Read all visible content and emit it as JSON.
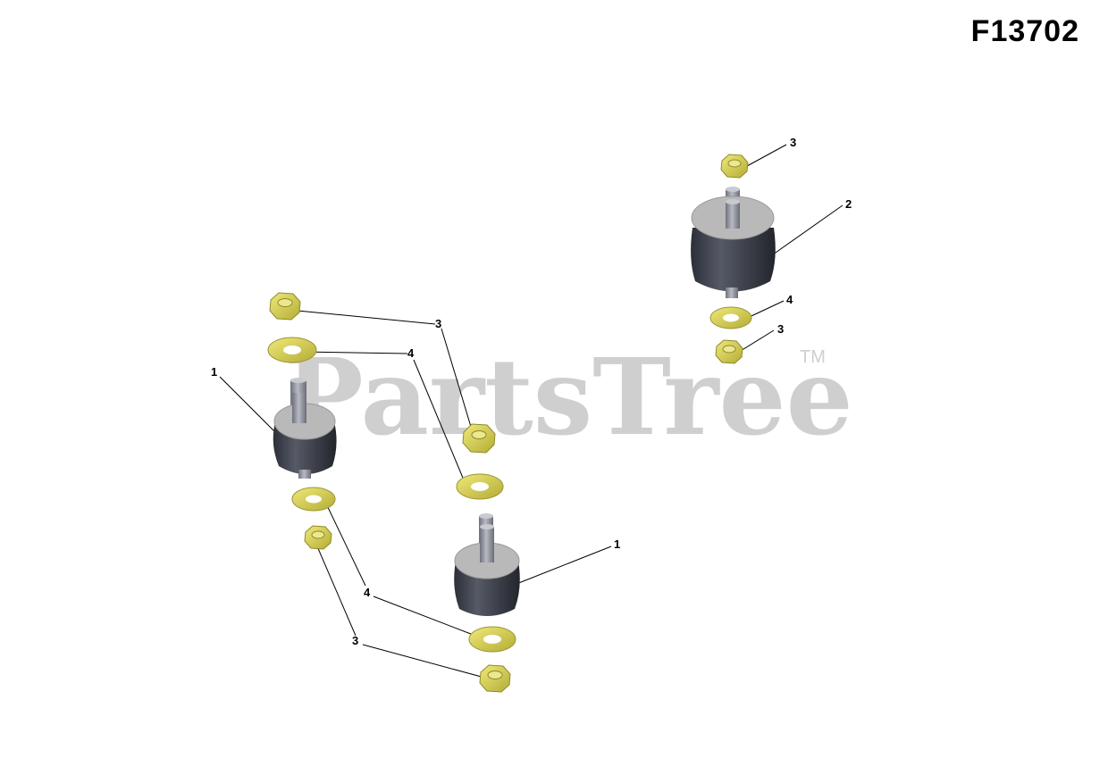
{
  "diagram": {
    "id": "F13702",
    "watermark": {
      "text": "PartsTree",
      "trademark": "TM"
    },
    "colors": {
      "brass": "#d8d24a",
      "brass_dark": "#a9a234",
      "rubber": "#3a3d47",
      "cap": "#b9b9b9",
      "stud": "#8c8f99",
      "leader": "#000000"
    },
    "callouts": [
      {
        "id": "c1",
        "label": "3"
      },
      {
        "id": "c2",
        "label": "2"
      },
      {
        "id": "c3",
        "label": "4"
      },
      {
        "id": "c4",
        "label": "3"
      },
      {
        "id": "c5",
        "label": "3"
      },
      {
        "id": "c6",
        "label": "4"
      },
      {
        "id": "c7",
        "label": "1"
      },
      {
        "id": "c8",
        "label": "1"
      },
      {
        "id": "c9",
        "label": "4"
      },
      {
        "id": "c10",
        "label": "3"
      }
    ]
  }
}
